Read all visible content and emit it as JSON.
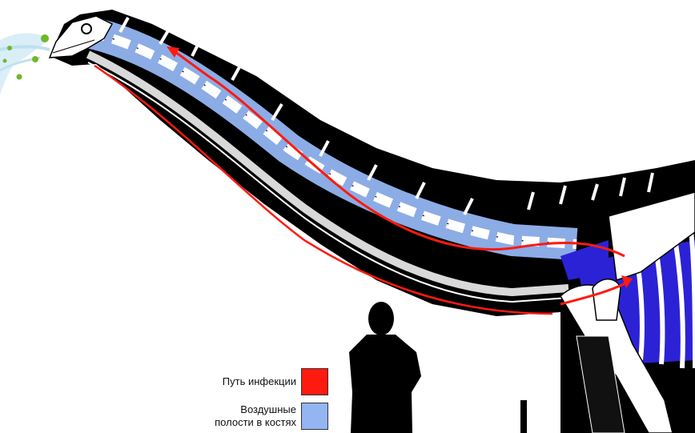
{
  "legend": {
    "infection_path": {
      "label": "Путь инфекции",
      "color": "#ff1a0f"
    },
    "air_sacs": {
      "label_line1": "Воздушные",
      "label_line2": "полости в костях",
      "color": "#93b5f2"
    }
  },
  "colors": {
    "body_fill": "#000000",
    "bone": "#ffffff",
    "air_sac": "#93b5f2",
    "lung": "#2b22d6",
    "trachea": "#d9d9d9",
    "infection": "#ff1a0f",
    "spores": "#6fb82a",
    "breath": "#d6ecf7"
  },
  "icons": {
    "person": "human-silhouette-icon",
    "spore": "spore-icon"
  }
}
